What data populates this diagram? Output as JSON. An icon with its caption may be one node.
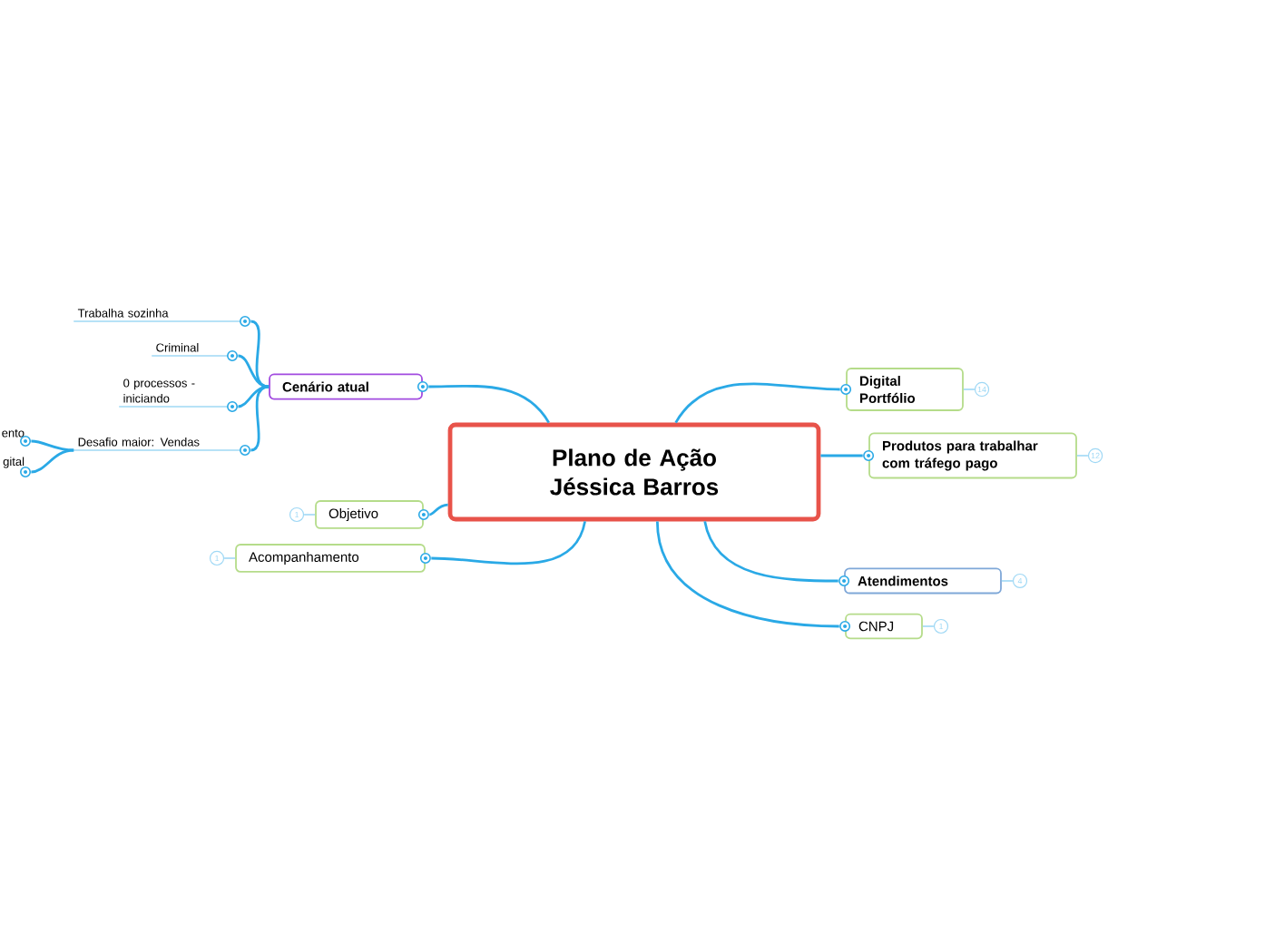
{
  "diagram": {
    "nodes": [
      {
        "text": [
          "Plano de Ação Jéssica Barros"
        ]
      },
      {
        "text": [
          "Cenário atual"
        ]
      },
      {
        "text": [
          "Trabalha sozinha"
        ]
      },
      {
        "text": [
          "Criminal"
        ]
      },
      {
        "text": [
          "0 processos - iniciando"
        ]
      },
      {
        "text": [
          "Desafio maior: Vendas"
        ]
      },
      {
        "text": [
          "ento"
        ]
      },
      {
        "text": [
          "gital"
        ]
      },
      {
        "text": [
          "Objetivo"
        ],
        "beside": [
          "1"
        ]
      },
      {
        "text": [
          "Acompanhamento"
        ],
        "beside": [
          "1"
        ]
      },
      {
        "text": [
          "Digital Portfólio"
        ],
        "beside": [
          "14"
        ]
      },
      {
        "text": [
          "Produtos para trabalhar com tráfego pago"
        ],
        "beside": [
          "12"
        ]
      },
      {
        "text": [
          "Atendimentos"
        ],
        "beside": [
          "4"
        ]
      },
      {
        "text": [
          "CNPJ"
        ],
        "beside": [
          "1"
        ]
      }
    ],
    "edges": [
      {
        "from": 0,
        "to": 1,
        "arrow": "none"
      },
      {
        "from": 1,
        "to": 2,
        "arrow": "none"
      },
      {
        "from": 1,
        "to": 3,
        "arrow": "none"
      },
      {
        "from": 1,
        "to": 4,
        "arrow": "none"
      },
      {
        "from": 1,
        "to": 5,
        "arrow": "none"
      },
      {
        "from": 5,
        "to": 6,
        "arrow": "none"
      },
      {
        "from": 5,
        "to": 7,
        "arrow": "none"
      },
      {
        "from": 0,
        "to": 8,
        "arrow": "none"
      },
      {
        "from": 0,
        "to": 9,
        "arrow": "none"
      },
      {
        "from": 0,
        "to": 10,
        "arrow": "none"
      },
      {
        "from": 0,
        "to": 11,
        "arrow": "none"
      },
      {
        "from": 0,
        "to": 12,
        "arrow": "none"
      },
      {
        "from": 0,
        "to": 13,
        "arrow": "none"
      }
    ]
  }
}
